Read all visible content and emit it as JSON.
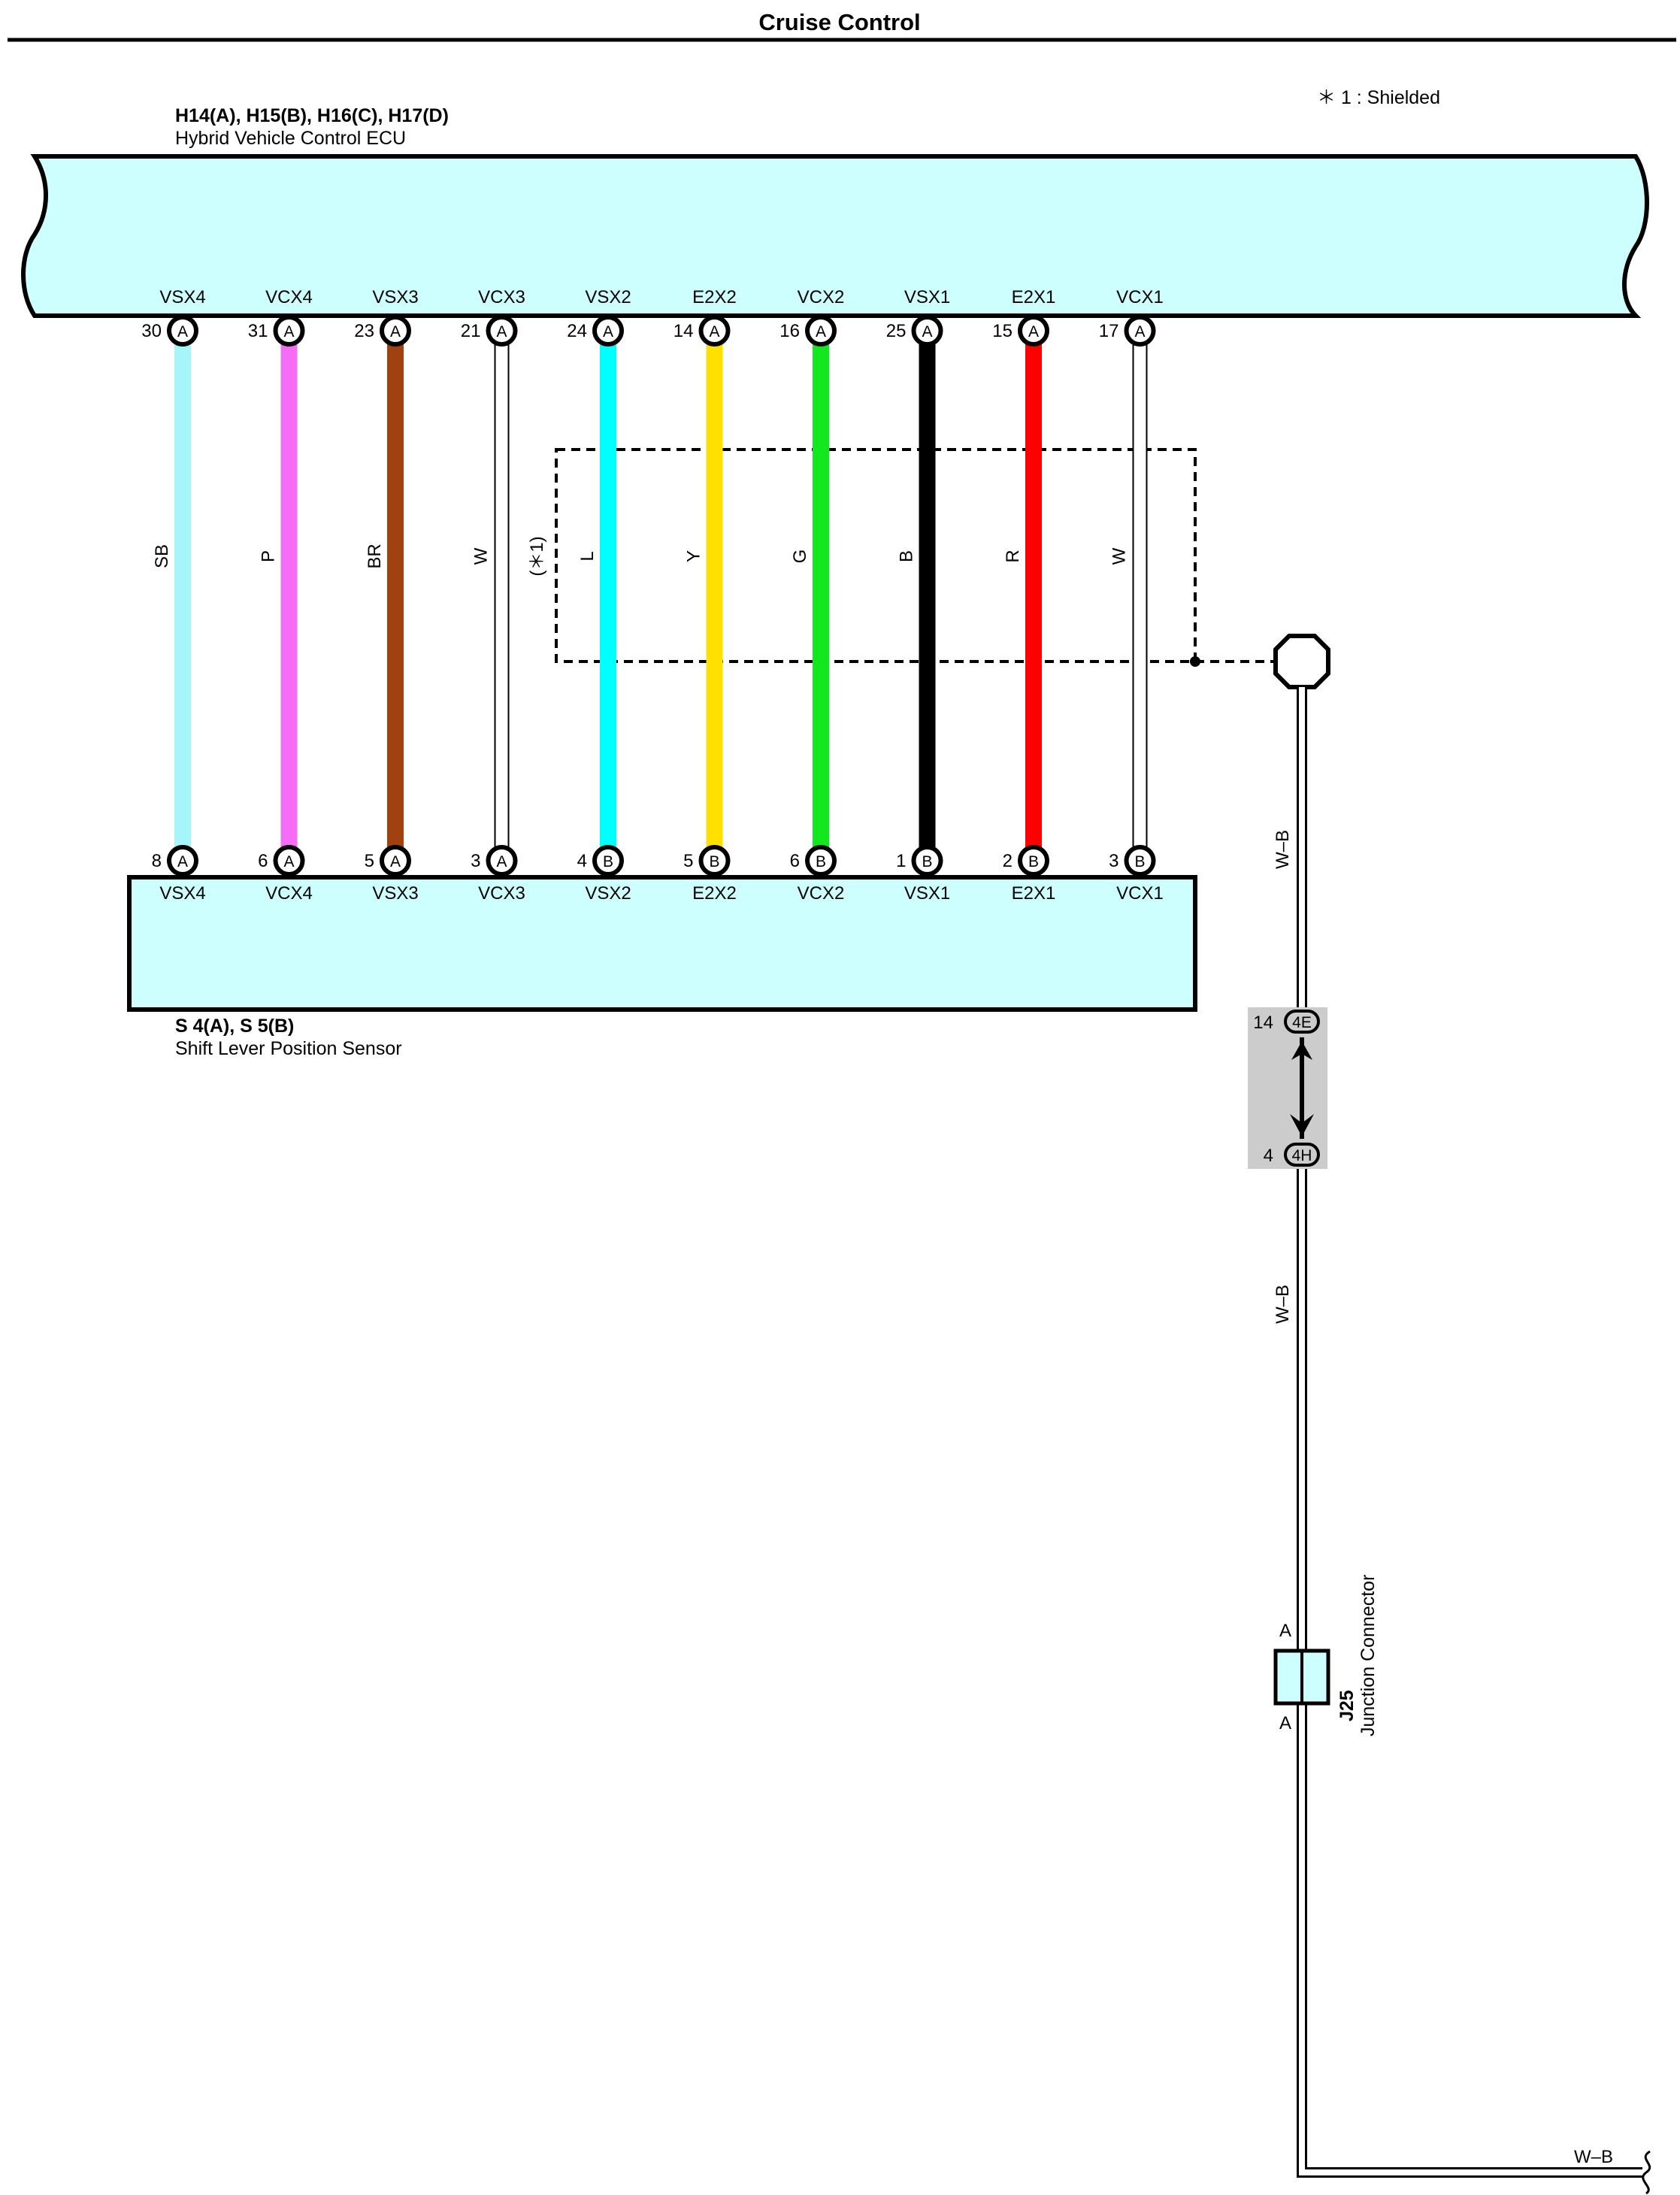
{
  "title": "Cruise Control",
  "legend_note": "＊ 1 : Shielded",
  "ecu": {
    "code": "H14(A), H15(B), H16(C), H17(D)",
    "name": "Hybrid Vehicle Control ECU",
    "color": "#ccfffe"
  },
  "sensor": {
    "code": "S 4(A), S 5(B)",
    "name": "Shift Lever Position Sensor",
    "color": "#ccfffe"
  },
  "shield_label": "(＊1)",
  "wires": [
    {
      "signal": "VSX4",
      "ecu_pin": "30",
      "ecu_conn": "A",
      "sensor_pin": "8",
      "sensor_conn": "A",
      "color_code": "SB",
      "color": "#a6f5fb"
    },
    {
      "signal": "VCX4",
      "ecu_pin": "31",
      "ecu_conn": "A",
      "sensor_pin": "6",
      "sensor_conn": "A",
      "color_code": "P",
      "color": "#f56df5"
    },
    {
      "signal": "VSX3",
      "ecu_pin": "23",
      "ecu_conn": "A",
      "sensor_pin": "5",
      "sensor_conn": "A",
      "color_code": "BR",
      "color": "#a0410f"
    },
    {
      "signal": "VCX3",
      "ecu_pin": "21",
      "ecu_conn": "A",
      "sensor_pin": "3",
      "sensor_conn": "A",
      "color_code": "W",
      "color": "#ffffff"
    },
    {
      "signal": "VSX2",
      "ecu_pin": "24",
      "ecu_conn": "A",
      "sensor_pin": "4",
      "sensor_conn": "B",
      "color_code": "L",
      "color": "#00ffff"
    },
    {
      "signal": "E2X2",
      "ecu_pin": "14",
      "ecu_conn": "A",
      "sensor_pin": "5",
      "sensor_conn": "B",
      "color_code": "Y",
      "color": "#ffe000"
    },
    {
      "signal": "VCX2",
      "ecu_pin": "16",
      "ecu_conn": "A",
      "sensor_pin": "6",
      "sensor_conn": "B",
      "color_code": "G",
      "color": "#12e81e"
    },
    {
      "signal": "VSX1",
      "ecu_pin": "25",
      "ecu_conn": "A",
      "sensor_pin": "1",
      "sensor_conn": "B",
      "color_code": "B",
      "color": "#000000"
    },
    {
      "signal": "E2X1",
      "ecu_pin": "15",
      "ecu_conn": "A",
      "sensor_pin": "2",
      "sensor_conn": "B",
      "color_code": "R",
      "color": "#ff0000"
    },
    {
      "signal": "VCX1",
      "ecu_pin": "17",
      "ecu_conn": "A",
      "sensor_pin": "3",
      "sensor_conn": "B",
      "color_code": "W",
      "color": "#ffffff"
    }
  ],
  "ground_wire": {
    "color_code": "W–B",
    "color": "#ffffff",
    "jb_top_pin": "14",
    "jb_top_conn": "4E",
    "jb_bottom_pin": "4",
    "jb_bottom_conn": "4H",
    "junction_pin_top": "A",
    "junction_pin_bottom": "A",
    "junction_code": "J25",
    "junction_name": "Junction Connector"
  }
}
